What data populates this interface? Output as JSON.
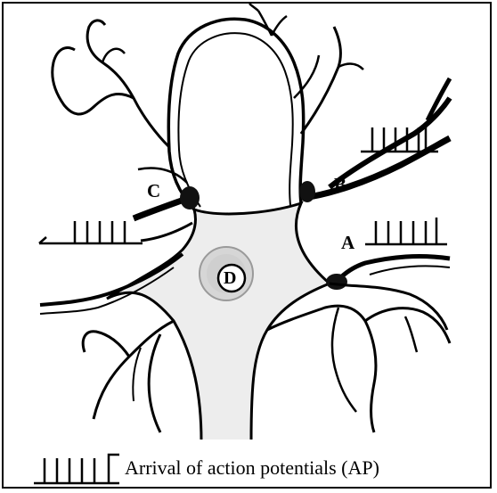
{
  "labels": {
    "a": "A",
    "b": "B",
    "c": "C",
    "d": "D"
  },
  "legend": {
    "text": "Arrival of action potentials (AP)"
  },
  "colors": {
    "ink": "#000000",
    "cell_fill": "#ededed",
    "nucleus_fill": "#d6d6d6"
  }
}
